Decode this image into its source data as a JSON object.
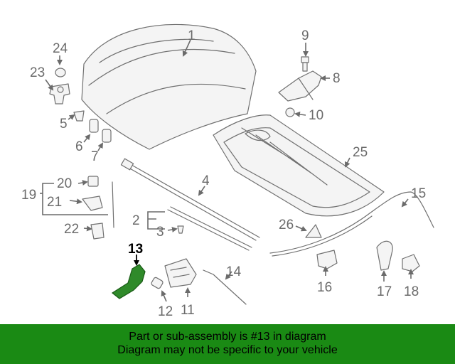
{
  "diagram": {
    "callouts": {
      "c1": "1",
      "c2": "2",
      "c3": "3",
      "c4": "4",
      "c5": "5",
      "c6": "6",
      "c7": "7",
      "c8": "8",
      "c9": "9",
      "c10": "10",
      "c11": "11",
      "c12": "12",
      "c13": "13",
      "c14": "14",
      "c15": "15",
      "c16": "16",
      "c17": "17",
      "c18": "18",
      "c19": "19",
      "c20": "20",
      "c21": "21",
      "c22": "22",
      "c23": "23",
      "c24": "24",
      "c25": "25",
      "c26": "26"
    },
    "highlighted_part": "13",
    "highlight_color": "#2f8a2a"
  },
  "banner": {
    "line1": "Part or sub-assembly is #13 in diagram",
    "line2": "Diagram may not be specific to your vehicle",
    "background": "#1a8a14"
  }
}
